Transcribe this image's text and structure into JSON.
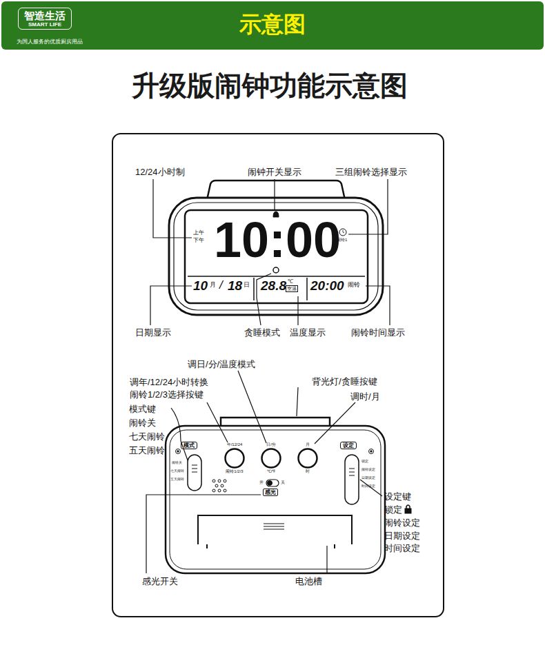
{
  "diagram": {
    "title": "升级版闹钟功能示意图",
    "nodes": [
      {
        "text": [
          "智造生活",
          "SMART LIFE"
        ]
      },
      {
        "text": [
          "模式"
        ]
      },
      {
        "text": [
          "年/12/24",
          "闹铃1/2/3"
        ]
      },
      {
        "text": [
          "日/分",
          "℃/℉"
        ]
      },
      {
        "text": [
          "月",
          "时"
        ]
      },
      {
        "text": [
          "设定"
        ]
      },
      {
        "text": [
          "感光"
        ]
      }
    ],
    "labels": [
      "示意图",
      "为国人服务的优质厨房用品",
      "12/24小时制",
      "闹钟开关显示",
      "三组闹铃选择显示",
      "上午",
      "下午",
      "10:00",
      "闹铃1",
      "10",
      "月",
      "/",
      "18",
      "日",
      "28.8",
      "℃",
      "室温",
      "20:00",
      "闹铃",
      "日期显示",
      "贪睡模式",
      "温度显示",
      "闹铃时间显示",
      "调日/分/温度模式",
      "调年/12/24小时转换 闹铃1/2/3选择按键",
      "背光灯/贪睡按键",
      "调时/月",
      "模式键 闹铃关 七天闹铃 五天闹铃",
      "闹铃关",
      "七天闹铃",
      "五天闹铃",
      "开",
      "关",
      "锁定",
      "闹铃设定",
      "日期设定",
      "时间设定",
      "设定键 锁定 闹铃设定 日期设定 时间设定",
      "感光开关",
      "电池槽"
    ]
  }
}
